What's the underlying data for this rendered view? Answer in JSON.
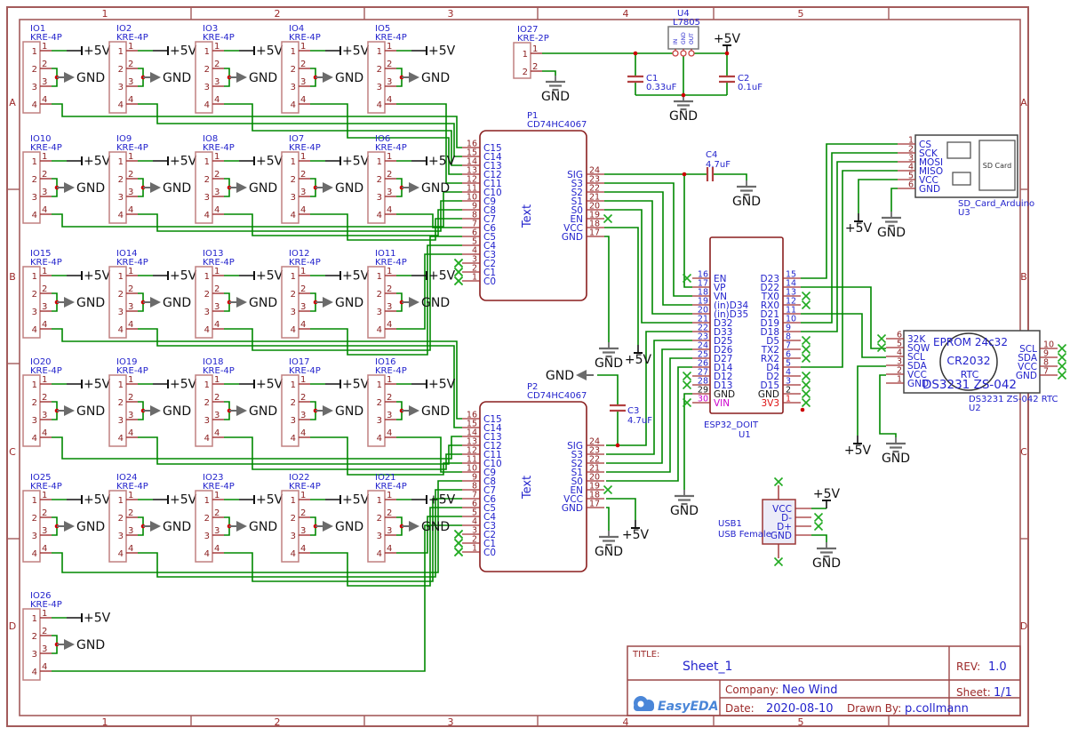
{
  "frame": {
    "columns": [
      "1",
      "2",
      "3",
      "4",
      "5"
    ],
    "rows": [
      "A",
      "B",
      "C",
      "D"
    ]
  },
  "net_labels": {
    "power": "+5V",
    "ground": "GND"
  },
  "pin_numbers": [
    "1",
    "2",
    "3",
    "4"
  ],
  "parts": {
    "kre4p": "KRE-4P",
    "kre2p": "KRE-2P",
    "mux": "CD74HC4067",
    "mux_body": "Text"
  },
  "connectors": {
    "rows": [
      [
        "IO1",
        "IO2",
        "IO3",
        "IO4",
        "IO5"
      ],
      [
        "IO10",
        "IO9",
        "IO8",
        "IO7",
        "IO6"
      ],
      [
        "IO15",
        "IO14",
        "IO13",
        "IO12",
        "IO11"
      ],
      [
        "IO20",
        "IO19",
        "IO18",
        "IO17",
        "IO16"
      ],
      [
        "IO25",
        "IO24",
        "IO23",
        "IO22",
        "IO21"
      ],
      [
        "IO26"
      ]
    ],
    "aux": "IO27"
  },
  "mux1": {
    "ref": "P1"
  },
  "mux2": {
    "ref": "P2"
  },
  "mux_pins": {
    "left": [
      {
        "name": "C15",
        "num": "16"
      },
      {
        "name": "C14",
        "num": "15"
      },
      {
        "name": "C13",
        "num": "14"
      },
      {
        "name": "C12",
        "num": "13"
      },
      {
        "name": "C11",
        "num": "12"
      },
      {
        "name": "C10",
        "num": "11"
      },
      {
        "name": "C9",
        "num": "10"
      },
      {
        "name": "C8",
        "num": "9"
      },
      {
        "name": "C7",
        "num": "8"
      },
      {
        "name": "C6",
        "num": "7"
      },
      {
        "name": "C5",
        "num": "6"
      },
      {
        "name": "C4",
        "num": "5"
      },
      {
        "name": "C3",
        "num": "4"
      },
      {
        "name": "C2",
        "num": "3"
      },
      {
        "name": "C1",
        "num": "2"
      },
      {
        "name": "C0",
        "num": "1"
      }
    ],
    "right": [
      {
        "name": "SIG",
        "num": "24"
      },
      {
        "name": "S3",
        "num": "23"
      },
      {
        "name": "S2",
        "num": "22"
      },
      {
        "name": "S1",
        "num": "21"
      },
      {
        "name": "S0",
        "num": "20"
      },
      {
        "name": "EN",
        "num": "19"
      },
      {
        "name": "VCC",
        "num": "18"
      },
      {
        "name": "GND",
        "num": "17"
      }
    ]
  },
  "esp32": {
    "ref": "U1",
    "part": "ESP32_DOIT",
    "left": [
      {
        "num": "16",
        "name": "EN",
        "c": "blue",
        "nc": true
      },
      {
        "num": "17",
        "name": "VP",
        "c": "blue"
      },
      {
        "num": "18",
        "name": "VN",
        "c": "blue"
      },
      {
        "num": "19",
        "name": "(in)D34",
        "c": "blue"
      },
      {
        "num": "20",
        "name": "(in)D35",
        "c": "blue"
      },
      {
        "num": "21",
        "name": "D32",
        "c": "blue"
      },
      {
        "num": "22",
        "name": "D33",
        "c": "blue"
      },
      {
        "num": "23",
        "name": "D25",
        "c": "blue"
      },
      {
        "num": "24",
        "name": "D26",
        "c": "blue"
      },
      {
        "num": "25",
        "name": "D27",
        "c": "blue"
      },
      {
        "num": "26",
        "name": "D14",
        "c": "blue"
      },
      {
        "num": "27",
        "name": "D12",
        "c": "blue",
        "nc": true
      },
      {
        "num": "28",
        "name": "D13",
        "c": "blue",
        "nc": true
      },
      {
        "num": "29",
        "name": "GND",
        "c": "black"
      },
      {
        "num": "30",
        "name": "VIN",
        "c": "magenta",
        "nc": true
      }
    ],
    "right": [
      {
        "num": "15",
        "name": "D23",
        "c": "blue"
      },
      {
        "num": "14",
        "name": "D22",
        "c": "blue"
      },
      {
        "num": "13",
        "name": "TX0",
        "c": "blue",
        "nc": true
      },
      {
        "num": "12",
        "name": "RX0",
        "c": "blue",
        "nc": true
      },
      {
        "num": "11",
        "name": "D21",
        "c": "blue"
      },
      {
        "num": "10",
        "name": "D19",
        "c": "blue"
      },
      {
        "num": "9",
        "name": "D18",
        "c": "blue"
      },
      {
        "num": "8",
        "name": "D5",
        "c": "blue",
        "nc": true
      },
      {
        "num": "7",
        "name": "TX2",
        "c": "blue",
        "nc": true
      },
      {
        "num": "6",
        "name": "RX2",
        "c": "blue",
        "nc": true
      },
      {
        "num": "5",
        "name": "D4",
        "c": "blue"
      },
      {
        "num": "4",
        "name": "D2",
        "c": "blue",
        "nc": true
      },
      {
        "num": "3",
        "name": "D15",
        "c": "blue",
        "nc": true
      },
      {
        "num": "2",
        "name": "GND",
        "c": "black",
        "nc": true
      },
      {
        "num": "1",
        "name": "3V3",
        "c": "red",
        "nc": true
      }
    ]
  },
  "sd": {
    "ref": "U3",
    "part": "SD_Card_Arduino",
    "label": "SD Card",
    "pins": [
      {
        "num": "1",
        "name": "CS"
      },
      {
        "num": "2",
        "name": "SCK"
      },
      {
        "num": "3",
        "name": "MOSI"
      },
      {
        "num": "4",
        "name": "MISO"
      },
      {
        "num": "5",
        "name": "VCC"
      },
      {
        "num": "6",
        "name": "GND"
      }
    ]
  },
  "rtc": {
    "ref": "U2",
    "part": "DS3231 ZS-042 RTC",
    "texts": {
      "eprom": "EPROM 24c32",
      "battery": "CR2032",
      "rtc": "RTC",
      "chip": "DS3231 ZS-042"
    },
    "left": [
      {
        "num": "6",
        "name": "32K",
        "nc": true
      },
      {
        "num": "5",
        "name": "SQW",
        "nc": true
      },
      {
        "num": "4",
        "name": "SCL"
      },
      {
        "num": "3",
        "name": "SDA"
      },
      {
        "num": "2",
        "name": "VCC"
      },
      {
        "num": "1",
        "name": "GND"
      }
    ],
    "right": [
      {
        "num": "10",
        "name": "SCL",
        "nc": true
      },
      {
        "num": "9",
        "name": "SDA",
        "nc": true
      },
      {
        "num": "8",
        "name": "VCC",
        "nc": true
      },
      {
        "num": "7",
        "name": "GND",
        "nc": true
      }
    ]
  },
  "regulator": {
    "ref": "U4",
    "part": "L7805",
    "pins": [
      "IN",
      "GND",
      "OUT"
    ]
  },
  "usb": {
    "ref": "USB1",
    "part": "USB Female",
    "pins": [
      "VCC",
      "D-",
      "D+",
      "GND"
    ]
  },
  "capacitors": [
    {
      "ref": "C1",
      "value": "0.33uF"
    },
    {
      "ref": "C2",
      "value": "0.1uF"
    },
    {
      "ref": "C3",
      "value": "4.7uF"
    },
    {
      "ref": "C4",
      "value": "4.7uF"
    }
  ],
  "title_block": {
    "title_label": "TITLE:",
    "title": "Sheet_1",
    "rev_label": "REV:",
    "rev": "1.0",
    "company_label": "Company:",
    "company": "Neo Wind",
    "date_label": "Date:",
    "date": "2020-08-10",
    "drawn_label": "Drawn By:",
    "drawn_by": "p.collmann",
    "sheet_label": "Sheet:",
    "sheet": "1/1",
    "logo_text": "EasyEDA"
  },
  "colors": {
    "wire": "#008800",
    "frame": "#a35b5b",
    "component": "#c08080",
    "chip": "#8a1f1f",
    "blue": "#2323cc",
    "darkred": "#8c2020",
    "junction": "#cc0000",
    "nc": "#21aa21",
    "gray": "#6b6b6b",
    "magenta": "#cc00cc",
    "red": "#dd1111",
    "black": "#111111",
    "logo": "#4a86d8"
  }
}
